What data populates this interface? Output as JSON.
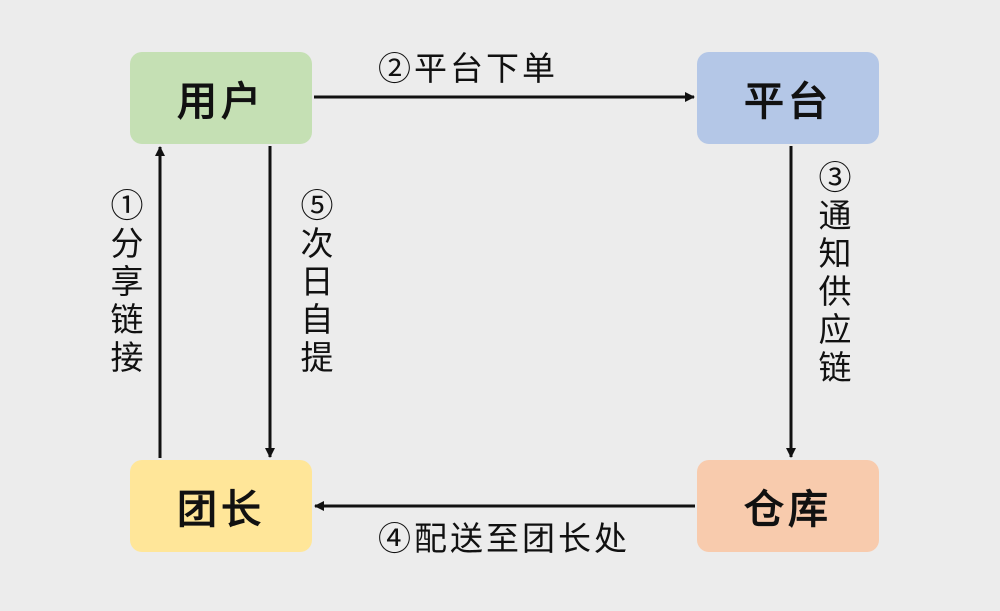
{
  "nodes": {
    "user": {
      "label": "用户",
      "color": "#c5e0b4"
    },
    "platform": {
      "label": "平台",
      "color": "#b4c7e7"
    },
    "leader": {
      "label": "团长",
      "color": "#ffe699"
    },
    "warehouse": {
      "label": "仓库",
      "color": "#f8cbad"
    }
  },
  "edges": {
    "order": {
      "label": "②平台下单",
      "from": "user",
      "to": "platform"
    },
    "notify": {
      "label": "③通知供应链",
      "from": "platform",
      "to": "warehouse"
    },
    "delivery": {
      "label": "④配送至团长处",
      "from": "warehouse",
      "to": "leader"
    },
    "share": {
      "label": "①分享链接",
      "from": "leader",
      "to": "user"
    },
    "pickup": {
      "label": "⑤次日自提",
      "from": "user",
      "to": "leader"
    }
  },
  "colors": {
    "background": "#ececec",
    "arrow": "#111111"
  }
}
